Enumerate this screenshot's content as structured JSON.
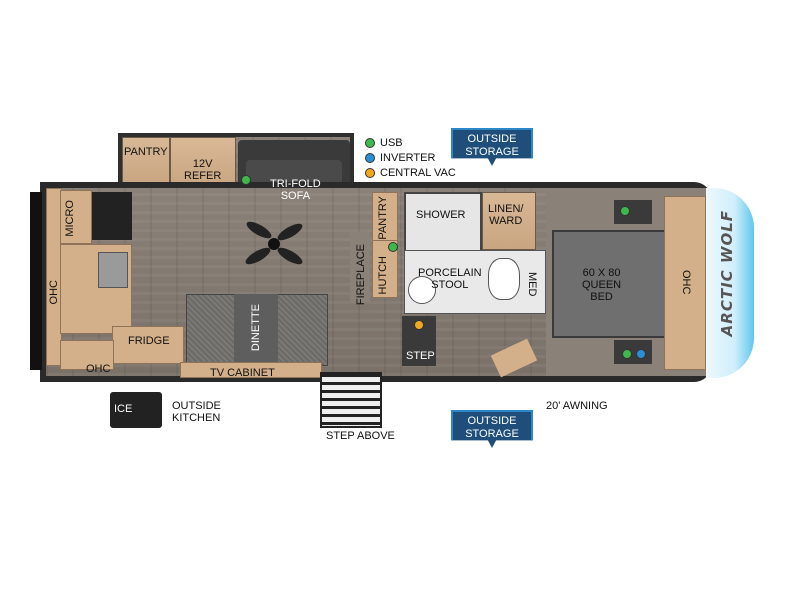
{
  "legend": {
    "usb": "USB",
    "inverter": "INVERTER",
    "central_vac": "CENTRAL VAC"
  },
  "colors": {
    "usb": "#3db84a",
    "inverter": "#2a8fd6",
    "central_vac": "#f2a81d",
    "storage_badge": "#1f4e7a",
    "front_cap": "#5ec6ee"
  },
  "badges": {
    "outside_storage_top": "OUTSIDE\nSTORAGE",
    "outside_storage_bottom": "OUTSIDE\nSTORAGE"
  },
  "rooms": {
    "pantry_slide": "PANTRY",
    "refer": "12V\nREFER",
    "sofa": "TRI-FOLD\nSOFA",
    "micro": "MICRO",
    "ohc_left": "OHC",
    "ohc_bottom_left": "OHC",
    "fridge": "FRIDGE",
    "dinette": "DINETTE",
    "tv_cabinet": "TV CABINET",
    "fireplace": "FIREPLACE",
    "pantry_mid": "PANTRY",
    "hutch": "HUTCH",
    "shower": "SHOWER",
    "linen": "LINEN/\nWARD",
    "stool": "PORCELAIN\nSTOOL",
    "med": "MED",
    "step": "STEP",
    "bed": "60 X 80\nQUEEN\nBED",
    "ohc_right": "OHC",
    "ice": "ICE"
  },
  "exterior": {
    "outside_kitchen": "OUTSIDE\nKITCHEN",
    "step_above": "STEP ABOVE",
    "awning": "20' AWNING"
  },
  "brand_logo": "ARCTIC WOLF"
}
